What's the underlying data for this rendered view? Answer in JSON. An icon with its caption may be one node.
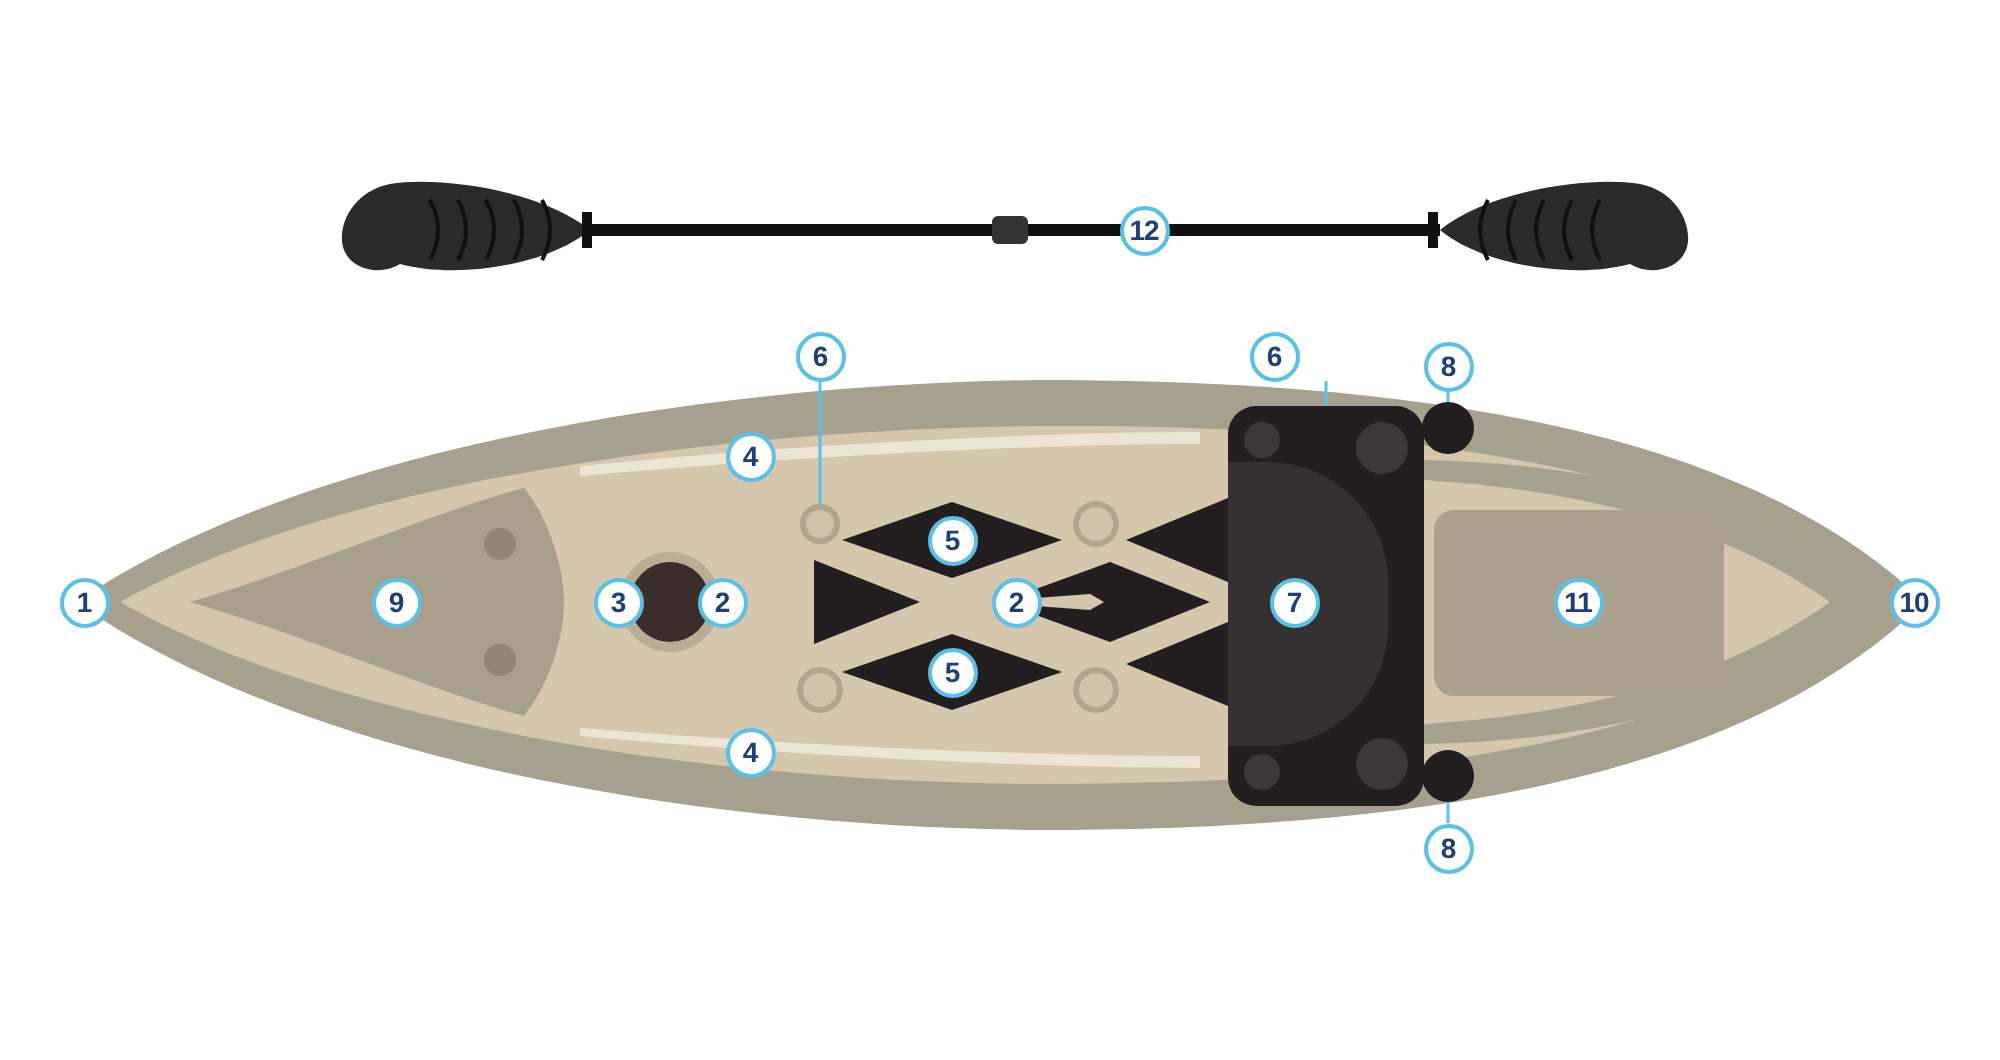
{
  "diagram": {
    "nodes": [
      {
        "text": [
          "12"
        ]
      },
      {
        "text": [
          "6"
        ]
      },
      {
        "text": [
          "6"
        ]
      },
      {
        "text": [
          "8"
        ]
      },
      {
        "text": [],
        "shape": "box"
      },
      {
        "text": [],
        "shape": "circle"
      },
      {
        "text": [
          "4"
        ]
      },
      {
        "text": [],
        "shape": "circle"
      },
      {
        "text": [
          "5"
        ]
      },
      {
        "text": [
          "1"
        ]
      },
      {
        "text": [
          "9"
        ]
      },
      {
        "text": [
          "3"
        ]
      },
      {
        "text": [
          "2"
        ]
      },
      {
        "text": [
          "2"
        ]
      },
      {
        "text": [
          "7"
        ],
        "in": 4
      },
      {
        "text": [
          "11"
        ]
      },
      {
        "text": [
          "10"
        ]
      },
      {
        "text": [
          "5"
        ]
      },
      {
        "text": [
          "4"
        ]
      },
      {
        "text": [],
        "shape": "circle"
      },
      {
        "text": [
          "8"
        ]
      }
    ],
    "edges": [
      {
        "from": 1,
        "to": 7,
        "arrow": "none"
      },
      {
        "from": 2,
        "to": 4,
        "arrow": "none"
      },
      {
        "from": 3,
        "to": 5,
        "arrow": "none"
      },
      {
        "from": 20,
        "to": 19,
        "arrow": "none"
      }
    ]
  }
}
